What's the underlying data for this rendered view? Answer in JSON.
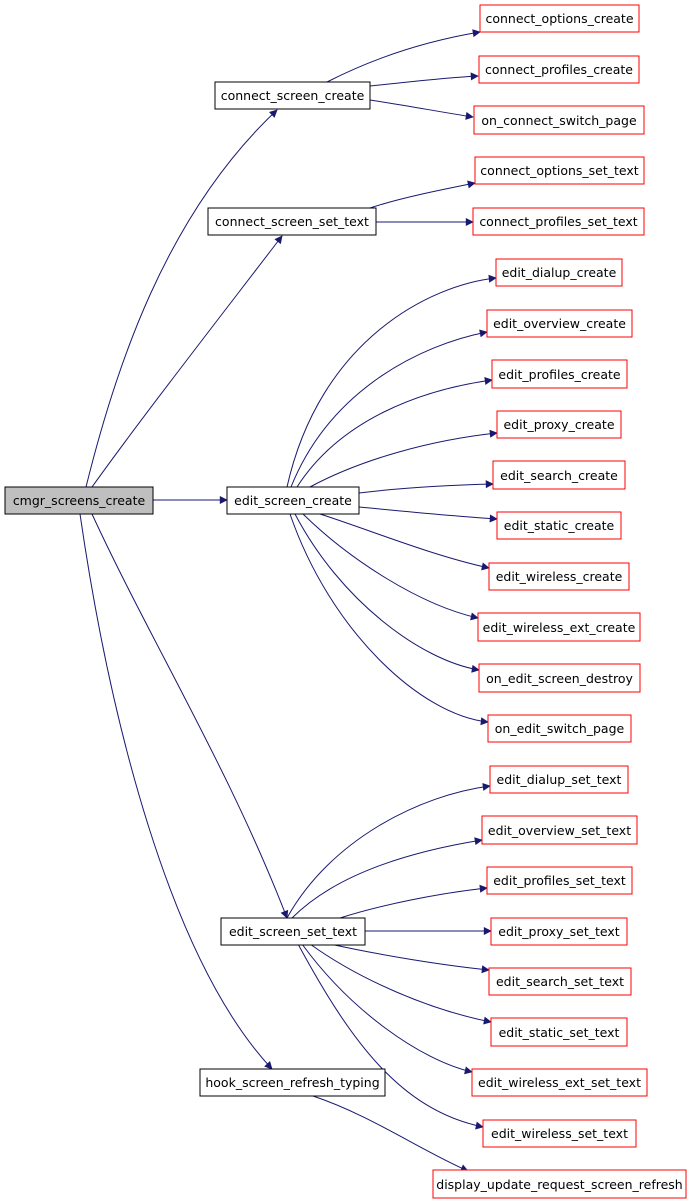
{
  "colors": {
    "edge": "#191970",
    "root_fill": "#bfbfbf",
    "root_border": "#000000",
    "callee_border": "#000000",
    "leaf_border": "#ff0000",
    "background": "#ffffff",
    "text": "#000000"
  },
  "nodes": {
    "cmgr_screens_create": "cmgr_screens_create",
    "connect_screen_create": "connect_screen_create",
    "connect_screen_set_text": "connect_screen_set_text",
    "edit_screen_create": "edit_screen_create",
    "edit_screen_set_text": "edit_screen_set_text",
    "hook_screen_refresh_typing": "hook_screen_refresh_typing",
    "connect_options_create": "connect_options_create",
    "connect_profiles_create": "connect_profiles_create",
    "on_connect_switch_page": "on_connect_switch_page",
    "connect_options_set_text": "connect_options_set_text",
    "connect_profiles_set_text": "connect_profiles_set_text",
    "edit_dialup_create": "edit_dialup_create",
    "edit_overview_create": "edit_overview_create",
    "edit_profiles_create": "edit_profiles_create",
    "edit_proxy_create": "edit_proxy_create",
    "edit_search_create": "edit_search_create",
    "edit_static_create": "edit_static_create",
    "edit_wireless_create": "edit_wireless_create",
    "edit_wireless_ext_create": "edit_wireless_ext_create",
    "on_edit_screen_destroy": "on_edit_screen_destroy",
    "on_edit_switch_page": "on_edit_switch_page",
    "edit_dialup_set_text": "edit_dialup_set_text",
    "edit_overview_set_text": "edit_overview_set_text",
    "edit_profiles_set_text": "edit_profiles_set_text",
    "edit_proxy_set_text": "edit_proxy_set_text",
    "edit_search_set_text": "edit_search_set_text",
    "edit_static_set_text": "edit_static_set_text",
    "edit_wireless_ext_set_text": "edit_wireless_ext_set_text",
    "edit_wireless_set_text": "edit_wireless_set_text",
    "display_update_request_screen_refresh": "display_update_request_screen_refresh"
  }
}
